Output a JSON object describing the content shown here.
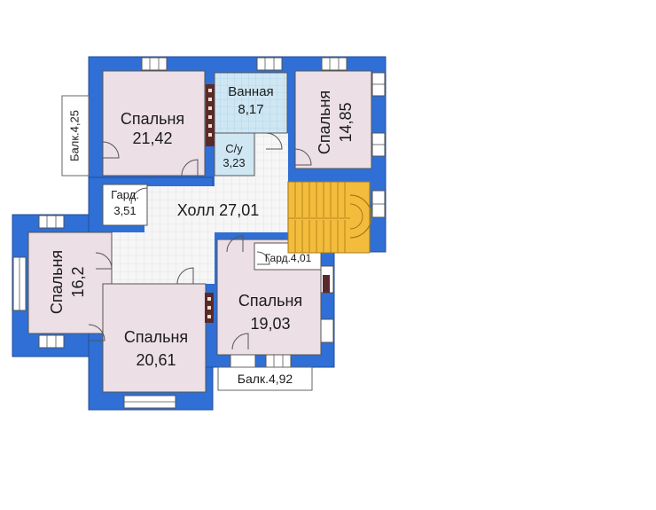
{
  "colors": {
    "wall": "#2f6fd6",
    "room": "#ecdfe6",
    "bath_tile": "#cfe7f3",
    "hall_tile": "#f5f5f5",
    "stairs": "#f4bc3c",
    "frame": "#555555"
  },
  "rooms": {
    "bedroom_a": {
      "name": "Спальня",
      "area": "21,42"
    },
    "bathroom": {
      "name": "Ванная",
      "area": "8,17"
    },
    "bedroom_b": {
      "name": "Спальня",
      "area": "14,85"
    },
    "wc": {
      "name": "С/у",
      "area": "3,23"
    },
    "wardrobe_a": {
      "name": "Гард.",
      "area": "3,51"
    },
    "hall": {
      "label": "Холл 27,01"
    },
    "bedroom_c": {
      "name": "Спальня",
      "area": "16,2"
    },
    "wardrobe_b": {
      "label": "Гард.4,01"
    },
    "bedroom_d": {
      "name": "Спальня",
      "area": "19,03"
    },
    "bedroom_e": {
      "name": "Спальня",
      "area": "20,61"
    }
  },
  "balconies": {
    "left": {
      "label": "Балк.4,25"
    },
    "bottom": {
      "label": "Балк.4,92"
    }
  }
}
